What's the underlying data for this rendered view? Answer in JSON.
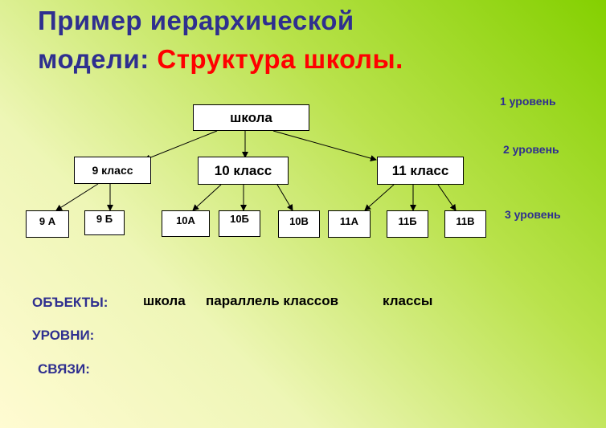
{
  "title": {
    "part1": "Пример иерархической",
    "part2": "модели: ",
    "part3": "Структура  школы."
  },
  "levels": [
    "1 уровень",
    "2 уровень",
    "3 уровень"
  ],
  "nodes": {
    "root": "школа",
    "grade9": "9 класс",
    "grade10": "10 класс",
    "grade11": "11 класс",
    "c9a": "9 А",
    "c9b": "9 Б",
    "c10a": "10А",
    "c10b": "10Б",
    "c10v": "10В",
    "c11a": "11А",
    "c11b": "11Б",
    "c11v": "11В"
  },
  "bottom": {
    "objects_label": "ОБЪЕКТЫ:",
    "levels_label": "УРОВНИ:",
    "links_label": "СВЯЗИ:",
    "objects": [
      "школа",
      "параллель классов",
      "классы"
    ]
  }
}
